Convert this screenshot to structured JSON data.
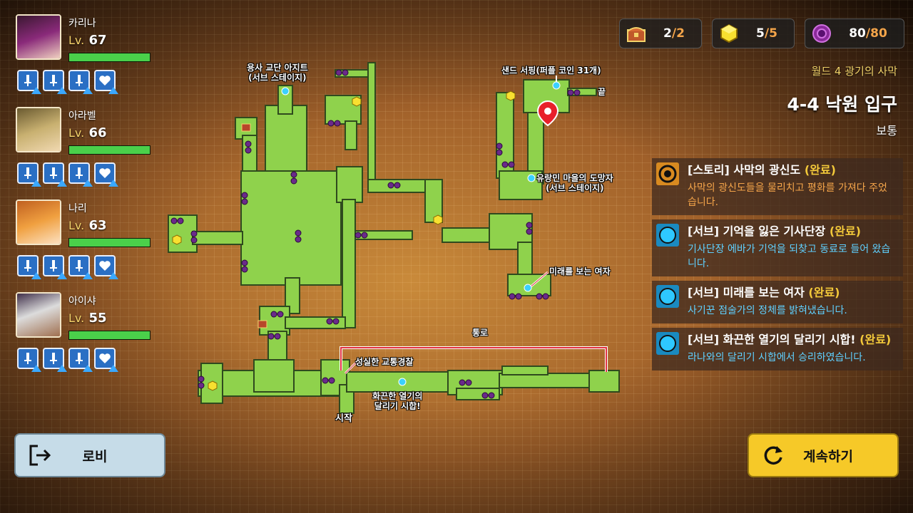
{
  "party": [
    {
      "name": "카리나",
      "lv_prefix": "Lv.",
      "level": "67",
      "hp": 1.0,
      "color": "#8a2a7a"
    },
    {
      "name": "아라벨",
      "lv_prefix": "Lv.",
      "level": "66",
      "hp": 1.0,
      "color": "#b8a060"
    },
    {
      "name": "나리",
      "lv_prefix": "Lv.",
      "level": "63",
      "hp": 1.0,
      "color": "#f0a040"
    },
    {
      "name": "아이샤",
      "lv_prefix": "Lv.",
      "level": "55",
      "hp": 1.0,
      "color": "#dcdcdc"
    }
  ],
  "resources": {
    "chest": {
      "current": "2",
      "sep": "/",
      "max": "2"
    },
    "cube": {
      "current": "5",
      "sep": "/",
      "max": "5"
    },
    "coin": {
      "current": "80",
      "sep": "/",
      "max": "80"
    }
  },
  "stage": {
    "world": "월드 4 광기의 사막",
    "name": "4-4 낙원 입구",
    "difficulty": "보통"
  },
  "quests": [
    {
      "title": "[스토리] 사막의 광신도",
      "status": "(완료)",
      "desc": "사막의 광신도들을 물리치고 평화를 가져다 주었습니다.",
      "type": "story"
    },
    {
      "title": "[서브] 기억을 잃은 기사단장",
      "status": "(완료)",
      "desc": "기사단장 에바가 기억을 되찾고 동료로 들어 왔습니다.",
      "type": "sub"
    },
    {
      "title": "[서브] 미래를 보는 여자",
      "status": "(완료)",
      "desc": "사기꾼 점술가의 정체를 밝혀냈습니다.",
      "type": "sub"
    },
    {
      "title": "[서브] 화끈한 열기의 달리기 시합!",
      "status": "(완료)",
      "desc": "라나와의 달리기 시합에서 승리하였습니다.",
      "type": "sub"
    }
  ],
  "map_labels": {
    "hideout": "용사 교단 아지트\n(서브 스테이지)",
    "sand_shop": "샌드 서핑(퍼플 코인 31개)",
    "end": "끝",
    "refugee": "유랑민 마을의 도망자\n(서브 스테이지)",
    "future_woman": "미래를 보는 여자",
    "passage": "통로",
    "police": "성실한 교통경찰",
    "race": "화끈한 열기의\n달리기 시합!",
    "start": "시작"
  },
  "buttons": {
    "lobby": "로비",
    "continue": "계속하기"
  },
  "colors": {
    "map_green": "#8fd24c",
    "hp_green": "#4ad04a",
    "quest_done": "#f3c93a",
    "story_desc": "#f5a54a",
    "sub_desc": "#5fd0ff",
    "continue_btn": "#f6c928",
    "lobby_btn": "#c6dce8"
  }
}
